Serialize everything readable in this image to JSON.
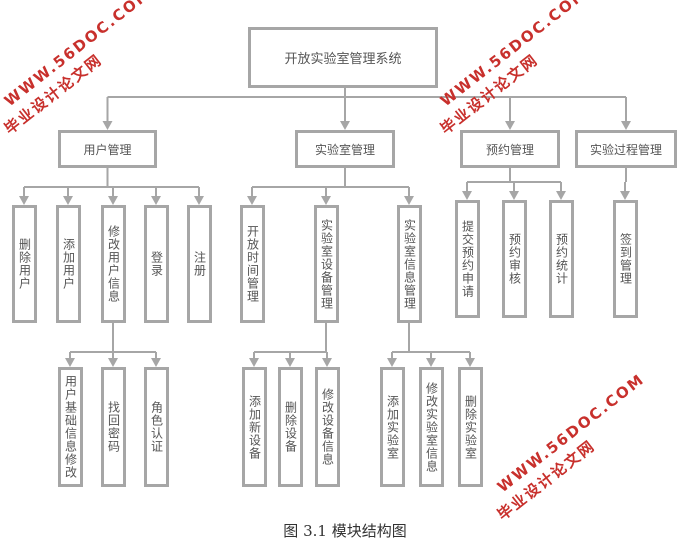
{
  "root": "开放实验室管理系统",
  "modules": [
    {
      "label": "用户管理",
      "children": [
        {
          "label": "删除用户"
        },
        {
          "label": "添加用户"
        },
        {
          "label": "修改用户信息",
          "children": [
            {
              "label": "用户基础信息修改"
            },
            {
              "label": "找回密码"
            },
            {
              "label": "角色认证"
            }
          ]
        },
        {
          "label": "登录"
        },
        {
          "label": "注册"
        }
      ]
    },
    {
      "label": "实验室管理",
      "children": [
        {
          "label": "开放时间管理"
        },
        {
          "label": "实验室设备管理",
          "children": [
            {
              "label": "添加新设备"
            },
            {
              "label": "删除设备"
            },
            {
              "label": "修改设备信息"
            }
          ]
        },
        {
          "label": "实验室信息管理",
          "children": [
            {
              "label": "添加实验室"
            },
            {
              "label": "修改实验室信息"
            },
            {
              "label": "删除实验室"
            }
          ]
        }
      ]
    },
    {
      "label": "预约管理",
      "children": [
        {
          "label": "提交预约申请"
        },
        {
          "label": "预约审核"
        },
        {
          "label": "预约统计"
        }
      ]
    },
    {
      "label": "实验过程管理",
      "children": [
        {
          "label": "签到管理"
        }
      ]
    }
  ],
  "caption": "图 3.1  模块结构图",
  "watermark": {
    "url": "WWW.56DOC.COM",
    "name": "毕业设计论文网",
    "color": "#c8302c"
  },
  "line_color": "#a6a6a6"
}
